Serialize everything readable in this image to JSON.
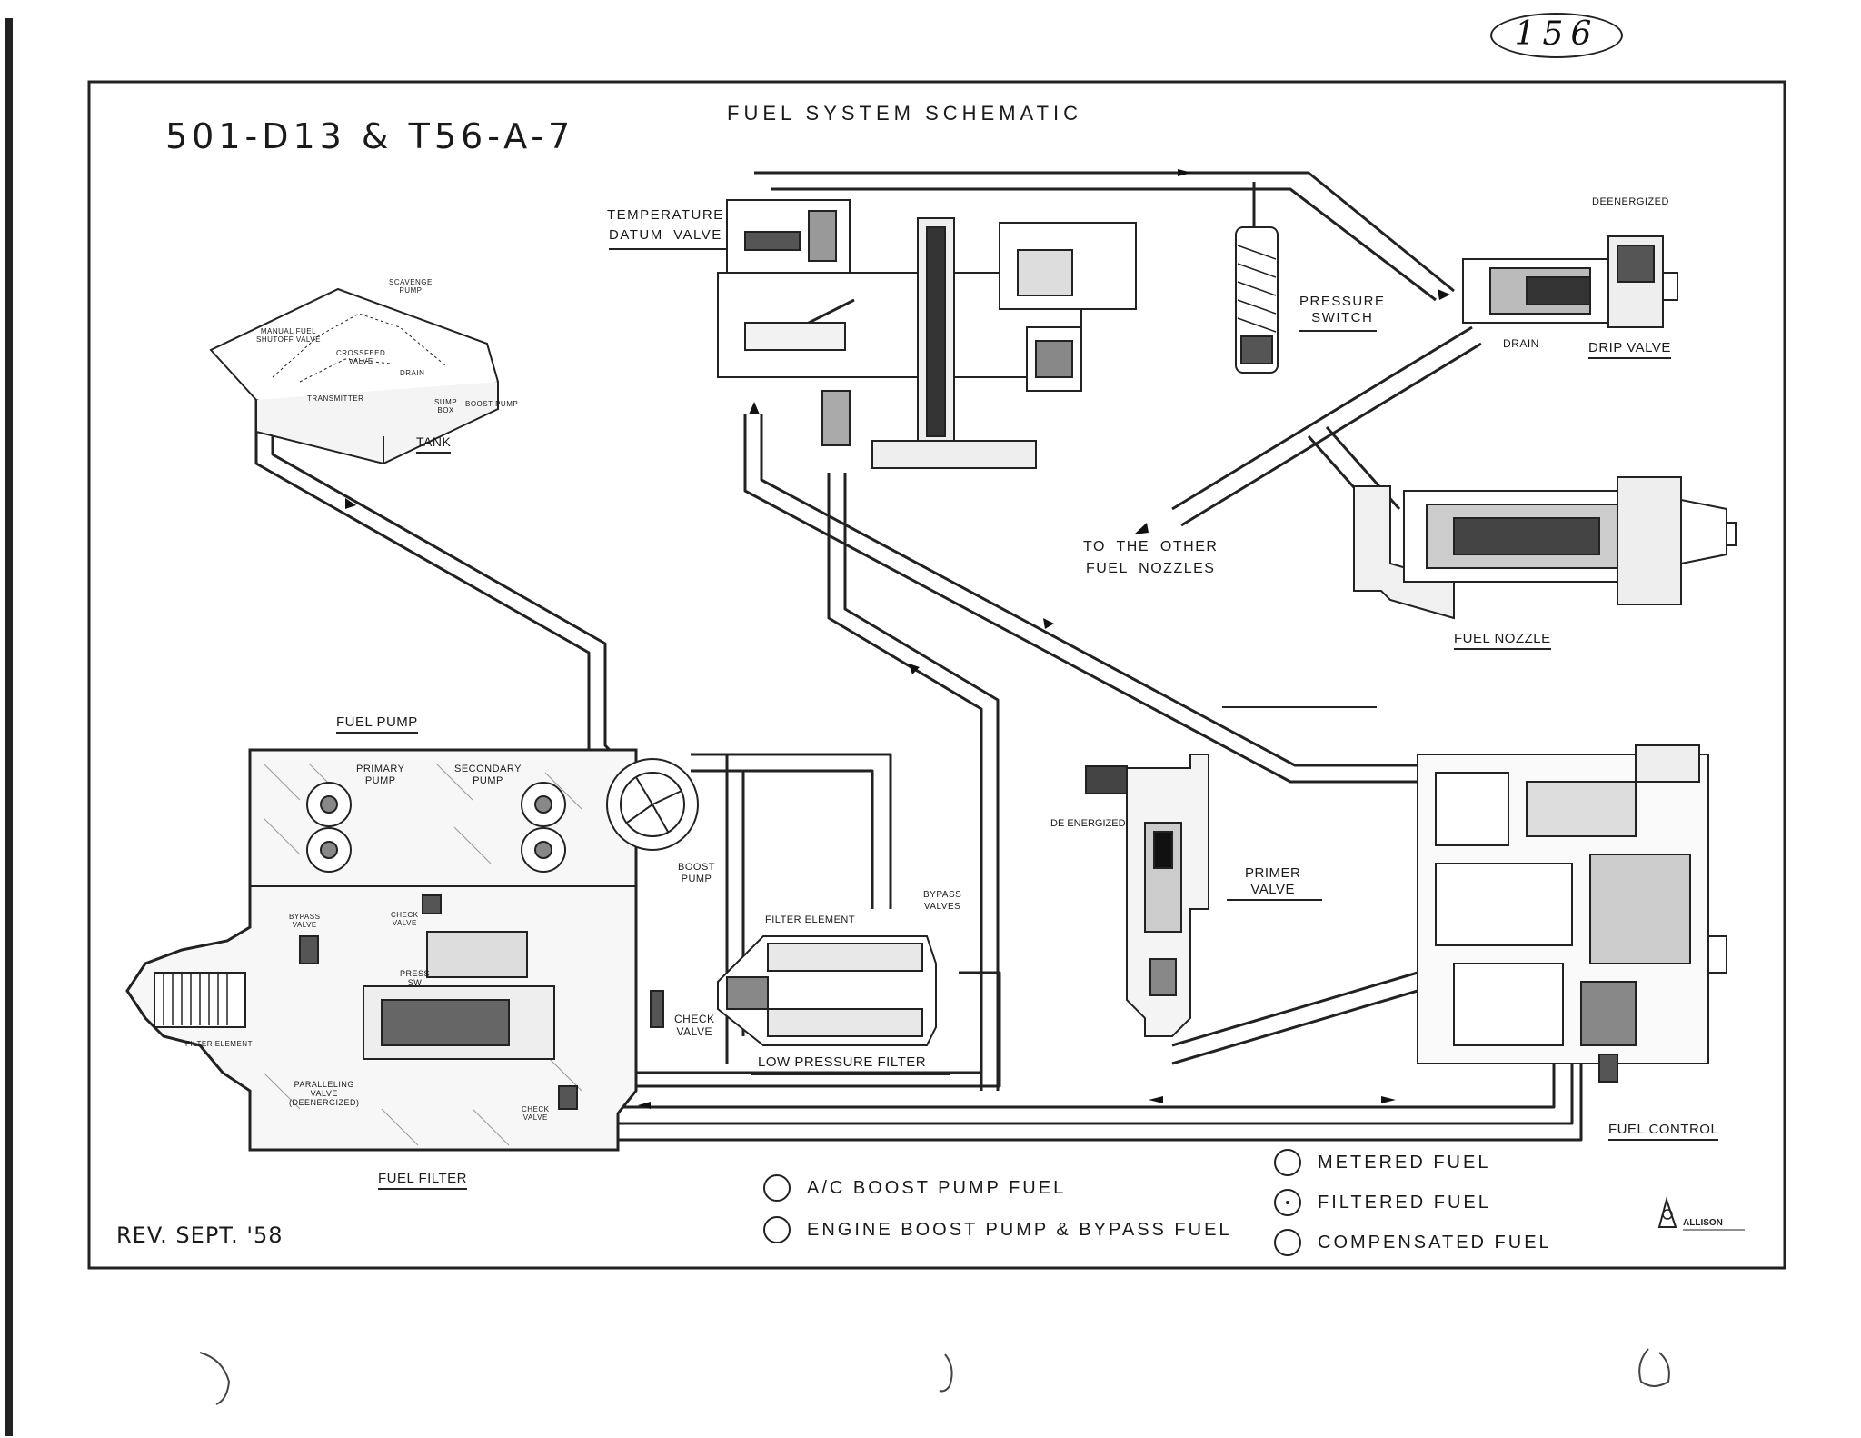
{
  "page_number": "156",
  "model": "501-D13 & T56-A-7",
  "title": "FUEL   SYSTEM   SCHEMATIC",
  "revision": "REV.  SEPT.  '58",
  "labels": {
    "tank": "TANK",
    "temperature_datum_valve": "TEMPERATURE\nDATUM  VALVE",
    "pressure_switch": "PRESSURE\nSWITCH",
    "deenergized_top": "DEENERGIZED",
    "drain": "DRAIN",
    "drip_valve": "DRIP  VALVE",
    "to_other_nozzles": "TO  THE  OTHER\nFUEL  NOZZLES",
    "fuel_nozzle": "FUEL  NOZZLE",
    "fuel_pump": "FUEL  PUMP",
    "primary_pump": "PRIMARY\nPUMP",
    "secondary_pump": "SECONDARY\nPUMP",
    "boost_pump": "BOOST\nPUMP",
    "filter_element_lp": "FILTER  ELEMENT",
    "bypass_valves": "BYPASS\nVALVES",
    "check_valve": "CHECK\nVALVE",
    "low_pressure_filter": "LOW  PRESSURE  FILTER",
    "deenergized_primer": "DE ENERGIZED",
    "primer_valve": "PRIMER\nVALVE",
    "fuel_filter": "FUEL  FILTER",
    "fuel_control": "FUEL  CONTROL",
    "bypass_valve_small": "BYPASS\nVALVE",
    "check_valve_small": "CHECK\nVALVE",
    "press_sw": "PRESS\nSW",
    "filter_element_small": "FILTER  ELEMENT",
    "paralleling_valve": "PARALLELING\nVALVE\n(DEENERGIZED)",
    "check_valve_bottom": "CHECK\nVALVE",
    "tank_scavenge_pump": "SCAVENGE\nPUMP",
    "tank_manual_shutoff": "MANUAL FUEL\nSHUTOFF VALVE",
    "tank_crossfeed_valve": "CROSSFEED\nVALVE",
    "tank_drain": "DRAIN",
    "tank_transmitter": "TRANSMITTER",
    "tank_boost_pump": "BOOST  PUMP",
    "tank_sump": "SUMP\nBOX"
  },
  "legend": [
    {
      "text": "A/C  BOOST  PUMP  FUEL",
      "marker": "empty"
    },
    {
      "text": "ENGINE  BOOST  PUMP  &  BYPASS  FUEL",
      "marker": "empty"
    },
    {
      "text": "METERED  FUEL",
      "marker": "empty"
    },
    {
      "text": "FILTERED  FUEL",
      "marker": "dot"
    },
    {
      "text": "COMPENSATED  FUEL",
      "marker": "empty"
    }
  ],
  "logo_text": "ALLISON"
}
